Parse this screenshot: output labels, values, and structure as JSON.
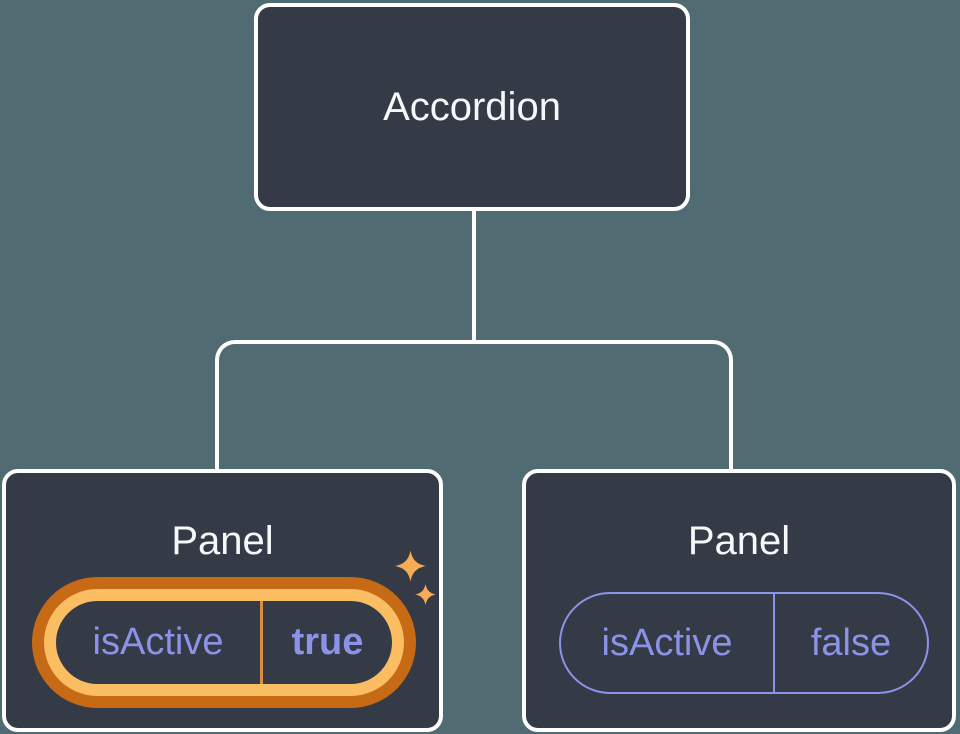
{
  "diagram": {
    "type": "component-tree",
    "root": {
      "label": "Accordion"
    },
    "children": [
      {
        "title": "Panel",
        "prop_name": "isActive",
        "prop_value": "true",
        "highlighted": true,
        "sparkles": true
      },
      {
        "title": "Panel",
        "prop_name": "isActive",
        "prop_value": "false",
        "highlighted": false,
        "sparkles": false
      }
    ],
    "icons": {
      "sparkle": "sparkle-icon"
    },
    "colors": {
      "background": "#516B72",
      "card": "#343A46",
      "card_border": "#FFFFFF",
      "connector": "#FFFFFF",
      "title_text": "#F6F7F9",
      "prop_text": "#8B93E8",
      "pill_border_inactive": "#8B93E8",
      "highlight_ring_outer": "#C76A15",
      "highlight_ring_inner": "#FABD62",
      "highlight_divider": "#D98F3E",
      "sparkle": "#F4AC55"
    }
  }
}
